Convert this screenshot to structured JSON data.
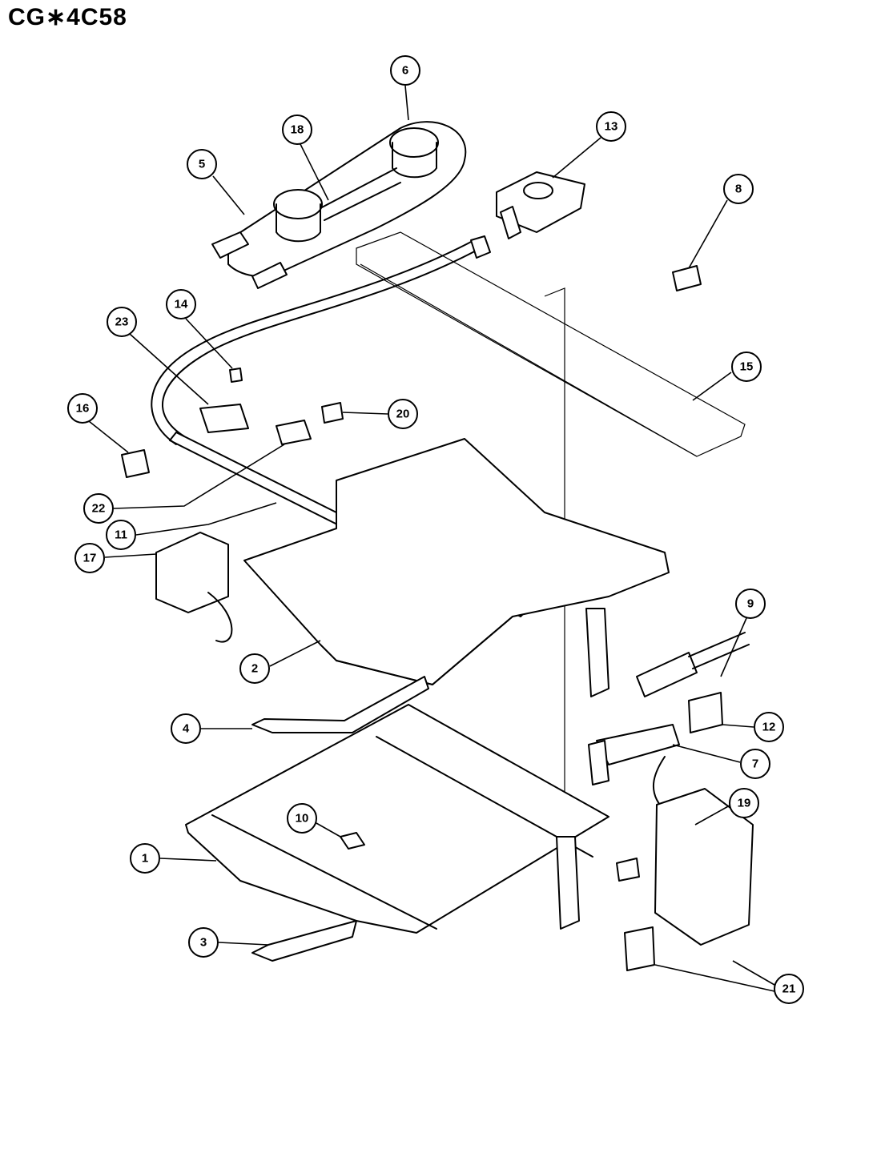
{
  "title": "CG∗4C58",
  "callouts": [
    {
      "label": "1"
    },
    {
      "label": "2"
    },
    {
      "label": "3"
    },
    {
      "label": "4"
    },
    {
      "label": "5"
    },
    {
      "label": "6"
    },
    {
      "label": "7"
    },
    {
      "label": "8"
    },
    {
      "label": "9"
    },
    {
      "label": "10"
    },
    {
      "label": "11"
    },
    {
      "label": "12"
    },
    {
      "label": "13"
    },
    {
      "label": "14"
    },
    {
      "label": "15"
    },
    {
      "label": "16"
    },
    {
      "label": "17"
    },
    {
      "label": "18"
    },
    {
      "label": "19"
    },
    {
      "label": "20"
    },
    {
      "label": "21"
    },
    {
      "label": "22"
    },
    {
      "label": "23"
    }
  ]
}
